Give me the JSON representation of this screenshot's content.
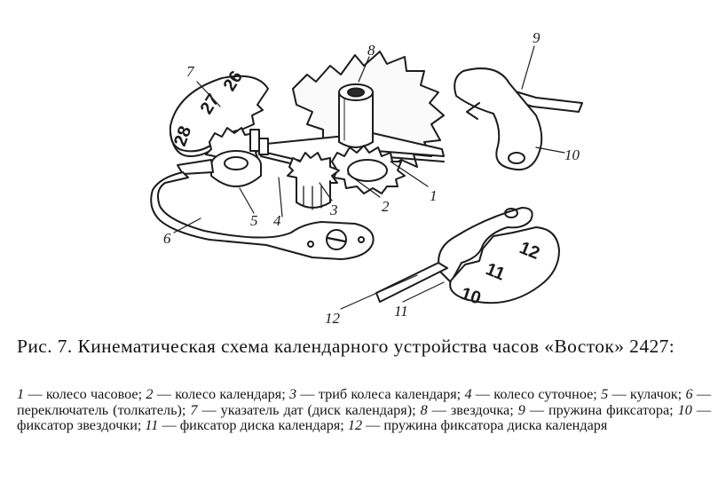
{
  "figure": {
    "labels": [
      "1",
      "2",
      "3",
      "4",
      "5",
      "6",
      "7",
      "8",
      "9",
      "10",
      "11",
      "12"
    ],
    "disk_digits": {
      "calendar_disk": [
        "26",
        "27",
        "28"
      ],
      "fixator_disk": [
        "12",
        "11",
        "10"
      ]
    }
  },
  "caption": "Рис. 7. Кинематическая схема календарного устройства часов «Восток» 2427:",
  "legend": [
    {
      "num": "1",
      "text": " — колесо часовое; "
    },
    {
      "num": "2",
      "text": " — колесо календаря; "
    },
    {
      "num": "3",
      "text": " — триб колеса календаря; "
    },
    {
      "num": "4",
      "text": " — колесо суточное; "
    },
    {
      "num": "5",
      "text": " — кулачок; "
    },
    {
      "num": "6",
      "text": " — переключатель (толкатель); "
    },
    {
      "num": "7",
      "text": " — указатель дат (диск календаря); "
    },
    {
      "num": "8",
      "text": " — звездочка; "
    },
    {
      "num": "9",
      "text": " — пружина фиксатора; "
    },
    {
      "num": "10",
      "text": " — фиксатор звездочки; "
    },
    {
      "num": "11",
      "text": " — фиксатор диска календаря; "
    },
    {
      "num": "12",
      "text": " — пружина фиксатора диска календаря"
    }
  ]
}
